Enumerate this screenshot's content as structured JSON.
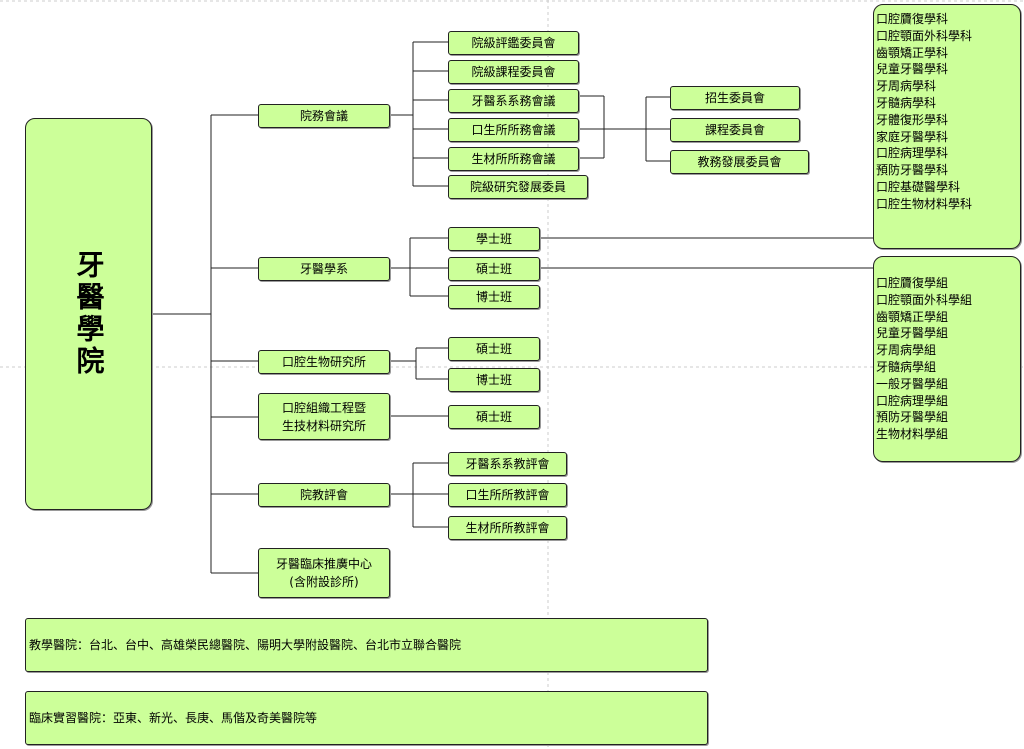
{
  "root": "牙醫學院",
  "level1": {
    "council": "院務會議",
    "dept": "牙醫學系",
    "oralbio": "口腔生物研究所",
    "tissue": "口腔組織工程暨\n生技材料研究所",
    "eval": "院教評會",
    "clinic": "牙醫臨床推廣中心\n(含附設診所)"
  },
  "council_items": [
    "院級評鑑委員會",
    "院級課程委員會",
    "牙醫系系務會議",
    "口生所所務會議",
    "生材所所務會議",
    "院級研究發展委員"
  ],
  "committees": [
    "招生委員會",
    "課程委員會",
    "教務發展委員會"
  ],
  "dept_items": [
    "學士班",
    "碩士班",
    "博士班"
  ],
  "oralbio_items": [
    "碩士班",
    "博士班"
  ],
  "tissue_items": [
    "碩士班"
  ],
  "eval_items": [
    "牙醫系系教評會",
    "口生所所教評會",
    "生材所所教評會"
  ],
  "subjects": [
    "口腔贗復學科",
    "口腔顎面外科學科",
    "齒顎矯正學科",
    "兒童牙醫學科",
    "牙周病學科",
    "牙髓病學科",
    "牙體復形學科",
    "家庭牙醫學科",
    "口腔病理學科",
    "預防牙醫學科",
    "口腔基礎醫學科",
    "口腔生物材料學科"
  ],
  "groups": [
    "口腔贗復學組",
    "口腔顎面外科學組",
    "齒顎矯正學組",
    "兒童牙醫學組",
    "牙周病學組",
    "牙髓病學組",
    "一般牙醫學組",
    "口腔病理學組",
    "預防牙醫學組",
    "生物材料學組"
  ],
  "teaching_hospitals": "教學醫院：台北、台中、高雄榮民總醫院、陽明大學附設醫院、台北市立聯合醫院",
  "clinical_hospitals": "臨床實習醫院：亞東、新光、長庚、馬偕及奇美醫院等",
  "colors": {
    "box_fill": "#ccff99",
    "line": "#222222"
  }
}
